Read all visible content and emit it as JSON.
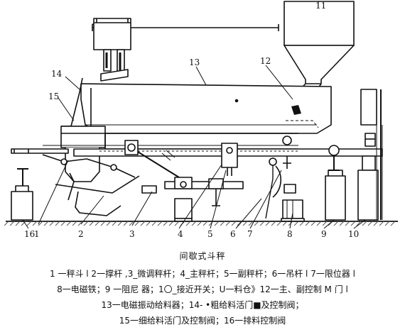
{
  "figure": {
    "part_numbers": [
      "1",
      "2",
      "3",
      "4",
      "5",
      "6",
      "7",
      "8",
      "9",
      "10",
      "11",
      "12",
      "13",
      "14",
      "15",
      "16"
    ]
  },
  "caption": {
    "title": "间歇式斗秤",
    "lines": [
      "1 一秤斗 l  2一撑杆 ,3_微调秤杆；4_主秤杆；5一副秤杆；6一吊杆 l  7一限位器 l",
      "8一电磁铁；9 一阻尼  器；1〇_接近开关；U一料仓》12一主、副控制 M 门 l",
      "13一电磁振动给料器；14- •粗给料活门■及控制阀；",
      "15一细给料活门及控制阀；16一排料控制阀"
    ]
  },
  "colors": {
    "ink": "#111111",
    "paper": "#ffffff",
    "hatch": "#555555"
  }
}
